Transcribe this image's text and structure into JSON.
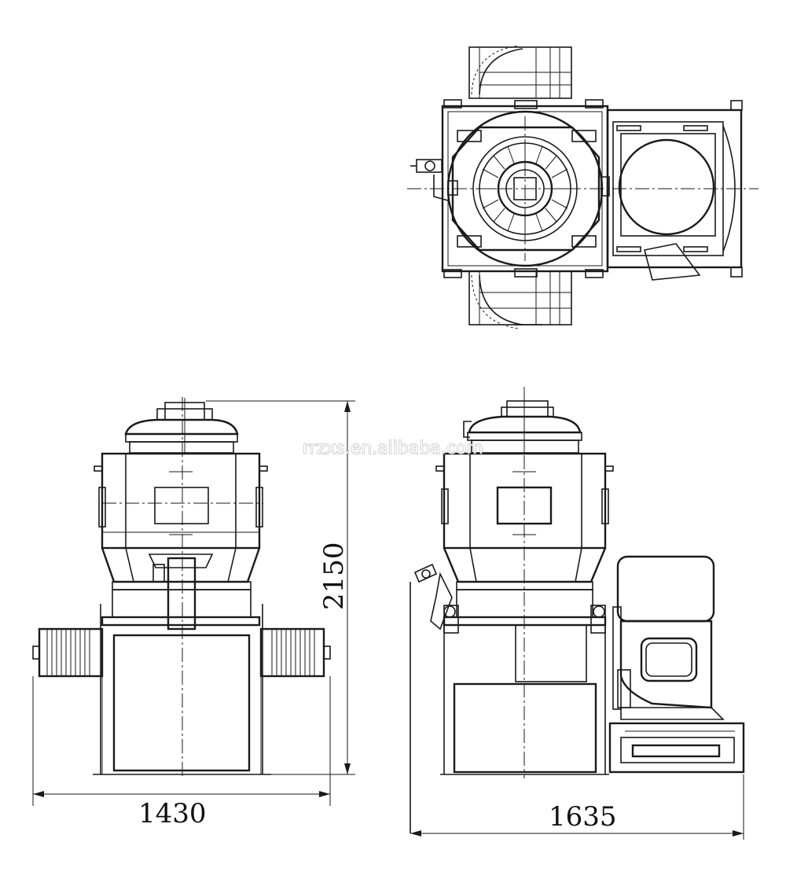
{
  "drawing": {
    "dimensions": {
      "height_side": "2150",
      "width_front": "1430",
      "width_side": "1635"
    },
    "watermark": "rrzxs.en.alibaba.com"
  }
}
